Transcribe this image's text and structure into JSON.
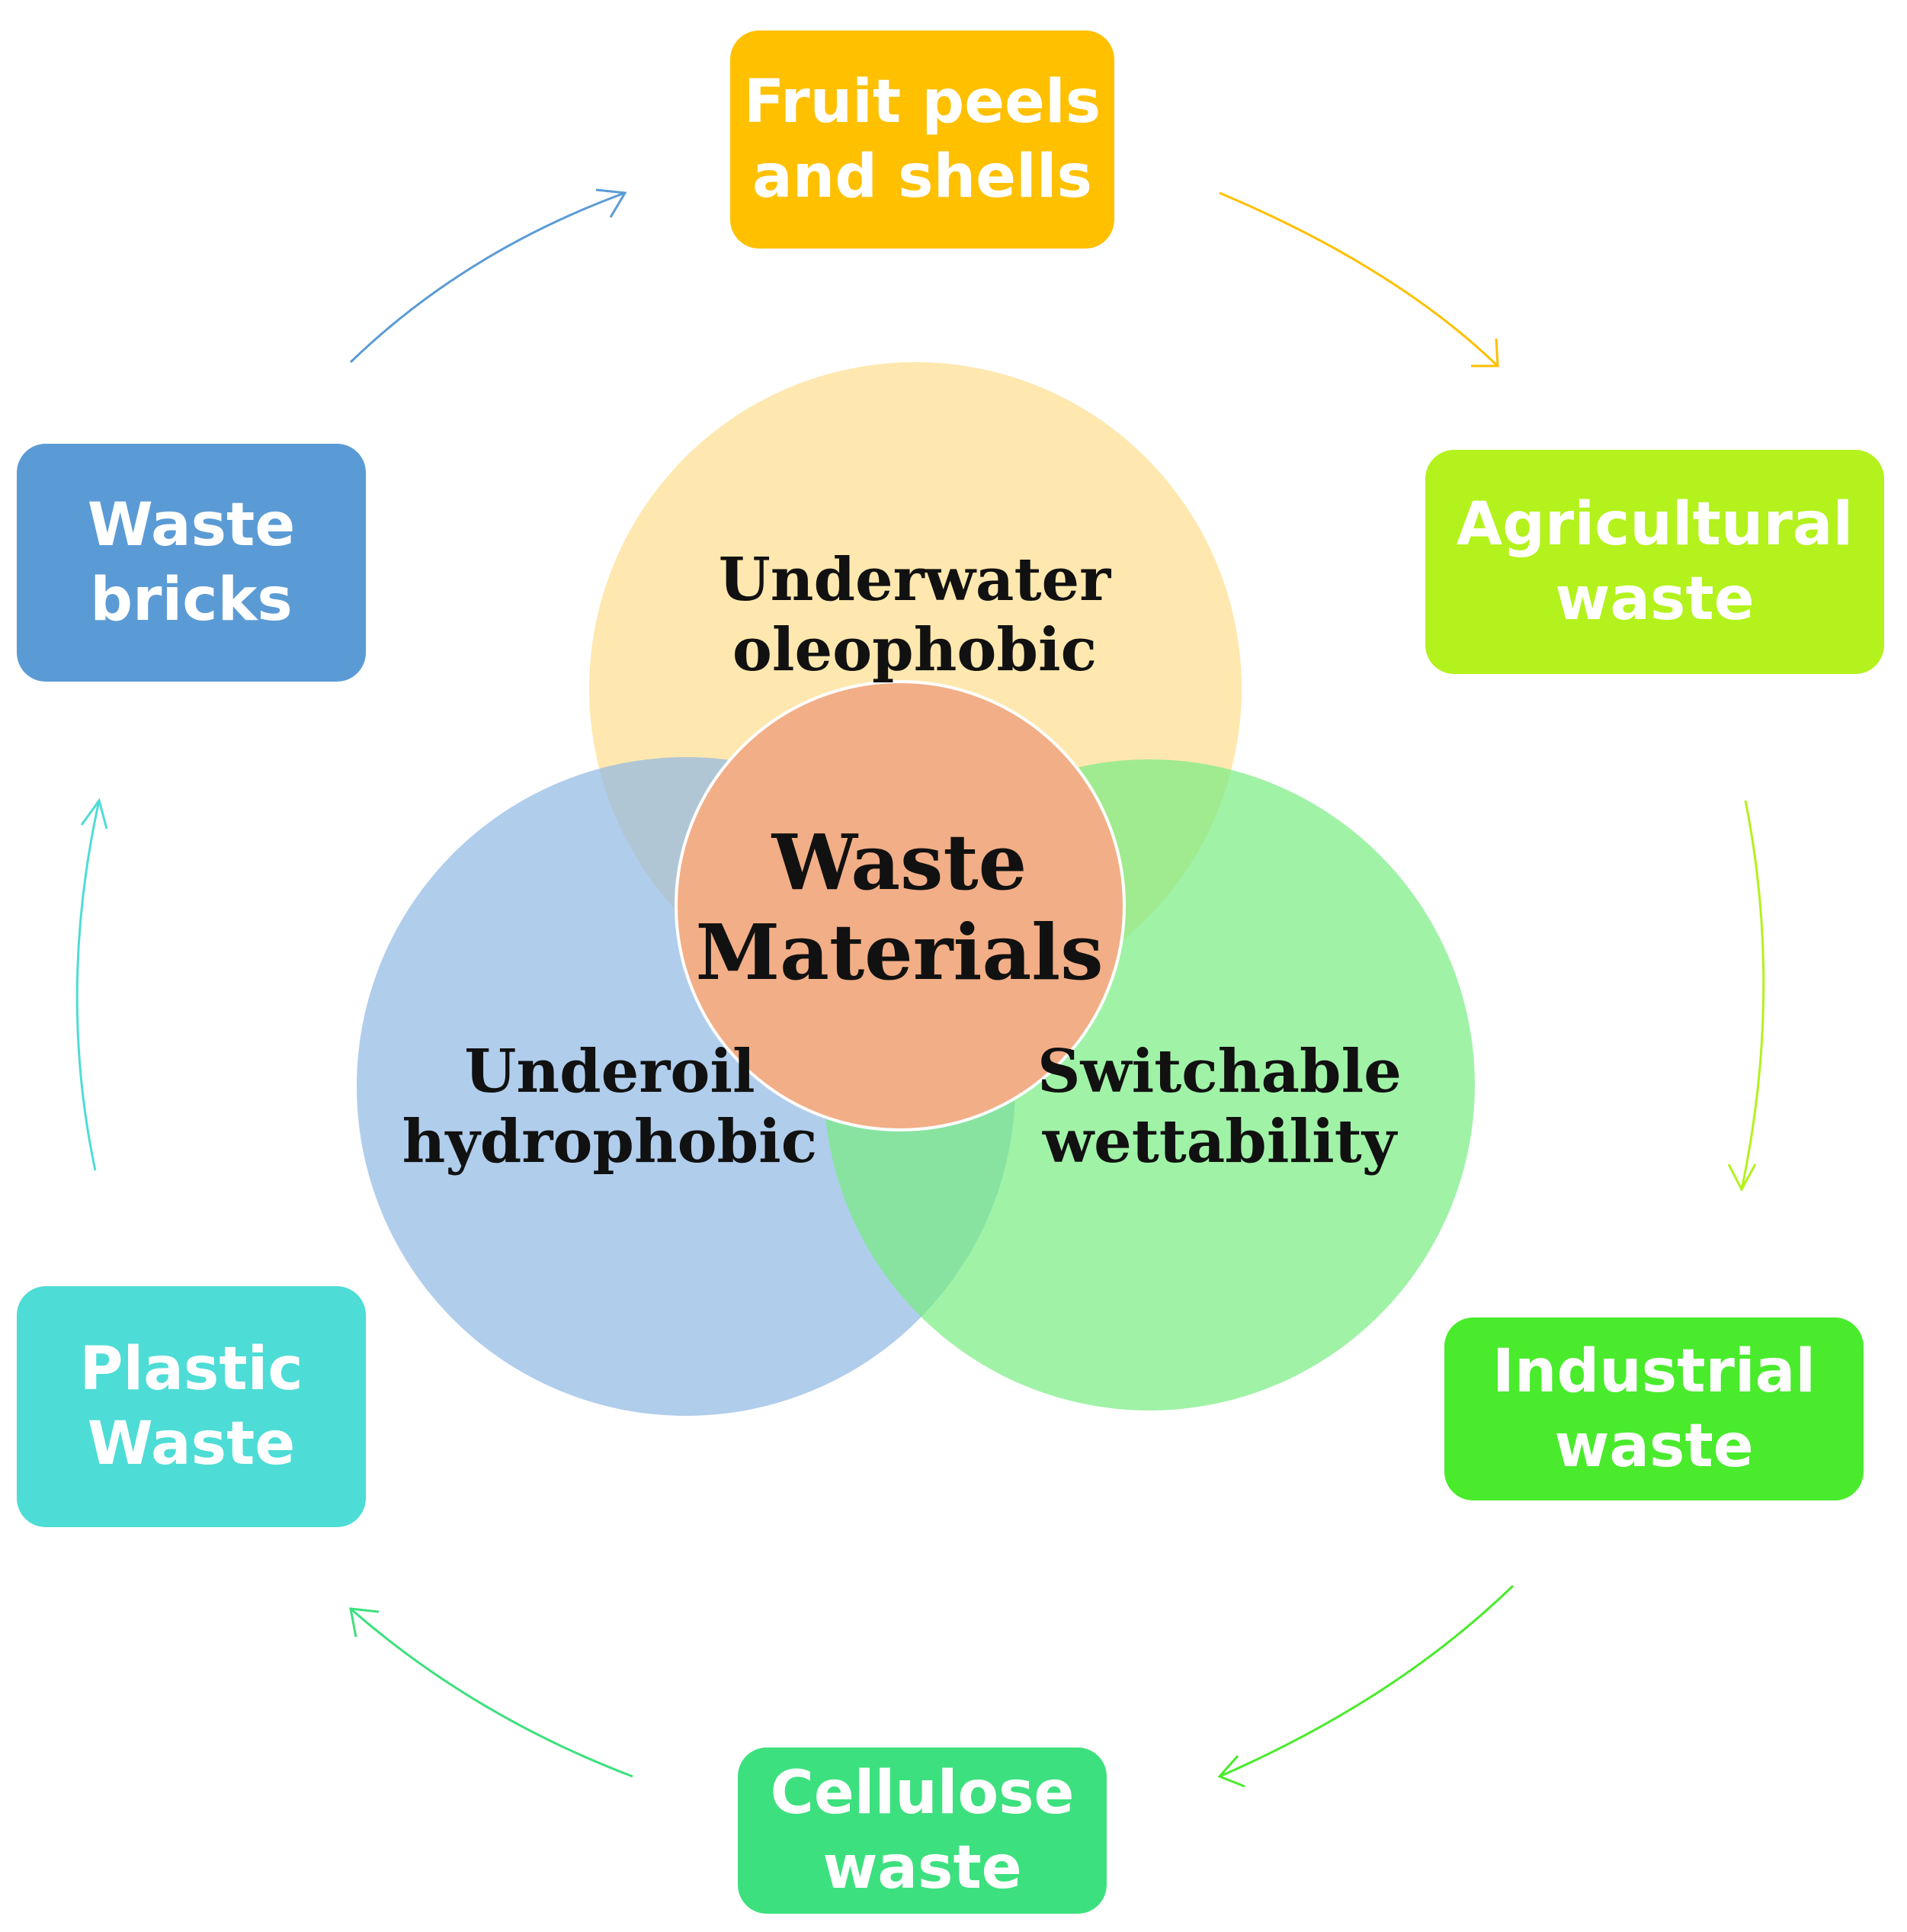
{
  "diagram": {
    "center": {
      "label": "Waste\nMaterials",
      "color": "#f2ae86"
    },
    "circles": [
      {
        "id": "underwater",
        "label": "Underwater\noleophobic",
        "color": "#fdd979"
      },
      {
        "id": "underoil",
        "label": "Underoil\nhydrophobic",
        "color": "#8fb8e4"
      },
      {
        "id": "switchable",
        "label": "Switchable\nwettability",
        "color": "#77ec81"
      }
    ],
    "boxes": [
      {
        "id": "fruit-peels",
        "label": "Fruit peels\nand shells",
        "color": "#ffc000"
      },
      {
        "id": "agricultural",
        "label": "Agricultural\nwaste",
        "color": "#b3f21c"
      },
      {
        "id": "industrial",
        "label": "Industrial\nwaste",
        "color": "#4aeb2c"
      },
      {
        "id": "cellulose",
        "label": "Cellulose\nwaste",
        "color": "#3de07e"
      },
      {
        "id": "plastic",
        "label": "Plastic\nWaste",
        "color": "#4edcd6"
      },
      {
        "id": "bricks",
        "label": "Waste\nbricks",
        "color": "#5b9bd5"
      }
    ],
    "arrow_colors": [
      "#ffc000",
      "#b3f21c",
      "#4aeb2c",
      "#3de07e",
      "#4edcd6",
      "#5b9bd5"
    ]
  }
}
